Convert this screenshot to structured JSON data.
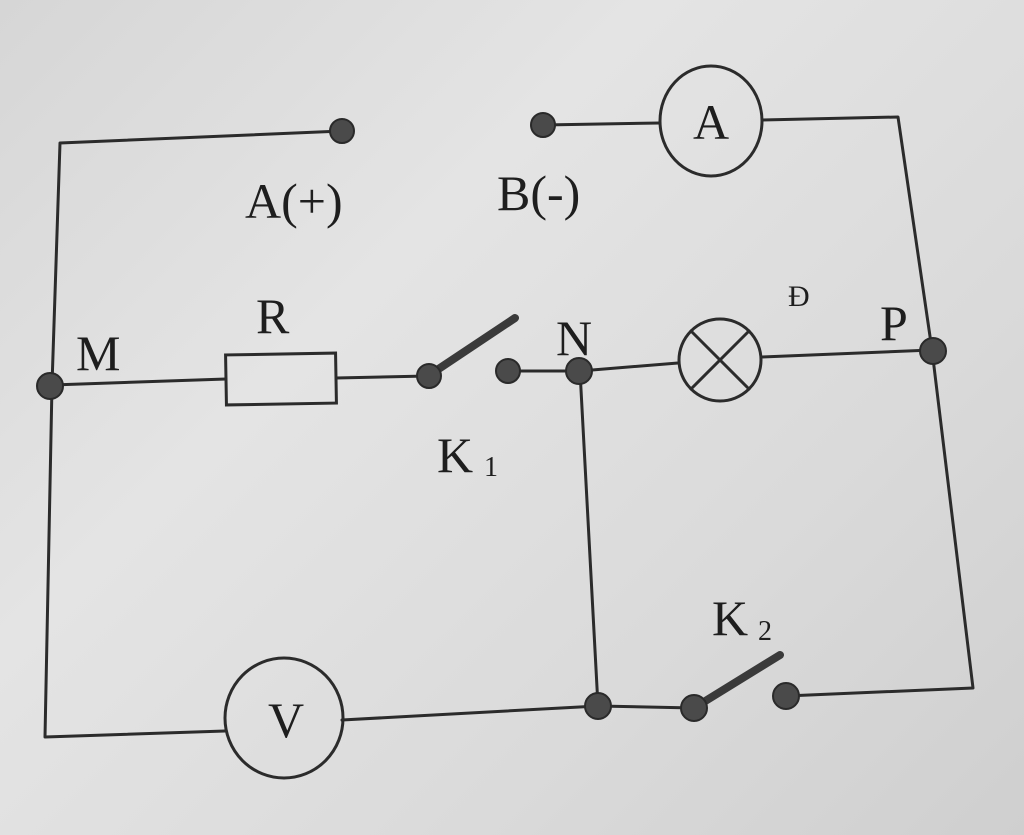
{
  "labels": {
    "terminal_a": "A(+)",
    "terminal_b": "B(-)",
    "node_m": "M",
    "node_n": "N",
    "node_p": "P",
    "resistor": "R",
    "lamp": "Đ",
    "switch_1": "K",
    "switch_1_sub": "1",
    "switch_2": "K",
    "switch_2_sub": "2",
    "ammeter": "A",
    "voltmeter": "V"
  },
  "colors": {
    "ink": "#2b2b2b",
    "paper": "#dcdcdc"
  }
}
